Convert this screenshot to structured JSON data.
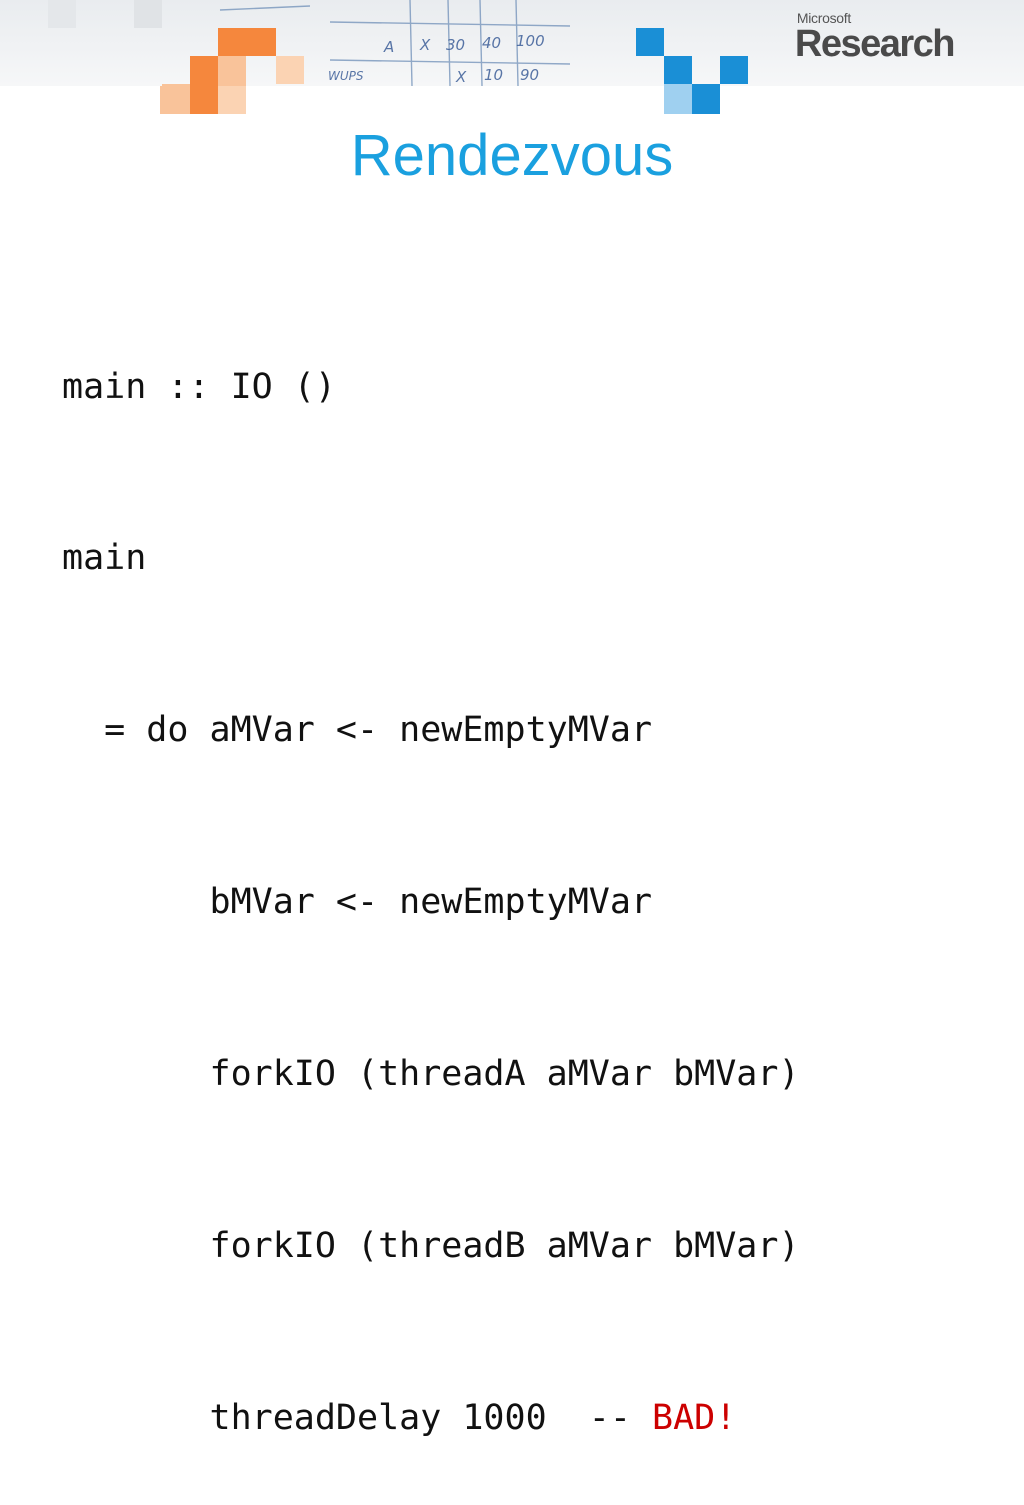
{
  "logo": {
    "company": "Microsoft",
    "division": "Research"
  },
  "slide": {
    "title": "Rendezvous"
  },
  "code": {
    "lines": [
      {
        "text": "main :: IO ()"
      },
      {
        "text": "main"
      },
      {
        "text": "  = do aMVar <- newEmptyMVar"
      },
      {
        "text": "       bMVar <- newEmptyMVar"
      },
      {
        "text": "       forkIO (threadA aMVar bMVar)"
      },
      {
        "text": "       forkIO (threadB aMVar bMVar)"
      },
      {
        "text": "       threadDelay 1000  -- ",
        "highlight": "BAD!"
      }
    ]
  },
  "sketch_text": [
    "A",
    "X",
    "30",
    "40",
    "100",
    "X",
    "10",
    "90",
    "WUPS"
  ],
  "colors": {
    "title": "#1aa0df",
    "highlight": "#cc0000",
    "orange": "#f5873d",
    "orange_light": "#f9c39a",
    "blue": "#1a8fd6",
    "blue_light": "#9fd0f0"
  }
}
